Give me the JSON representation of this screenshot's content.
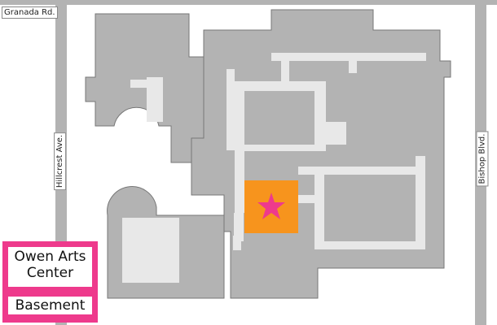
{
  "streets": {
    "north": "Granada Rd.",
    "west": "Hillcrest Ave.",
    "east": "Bishop Blvd."
  },
  "legend": {
    "building_line1": "Owen Arts",
    "building_line2": "Center",
    "floor": "Basement"
  },
  "colors": {
    "building": "#b3b3b3",
    "corridor": "#e8e8e8",
    "road": "#b3b3b3",
    "highlight": "#f7941d",
    "marker": "#ee3a8c"
  },
  "marker_icon": "star-icon"
}
